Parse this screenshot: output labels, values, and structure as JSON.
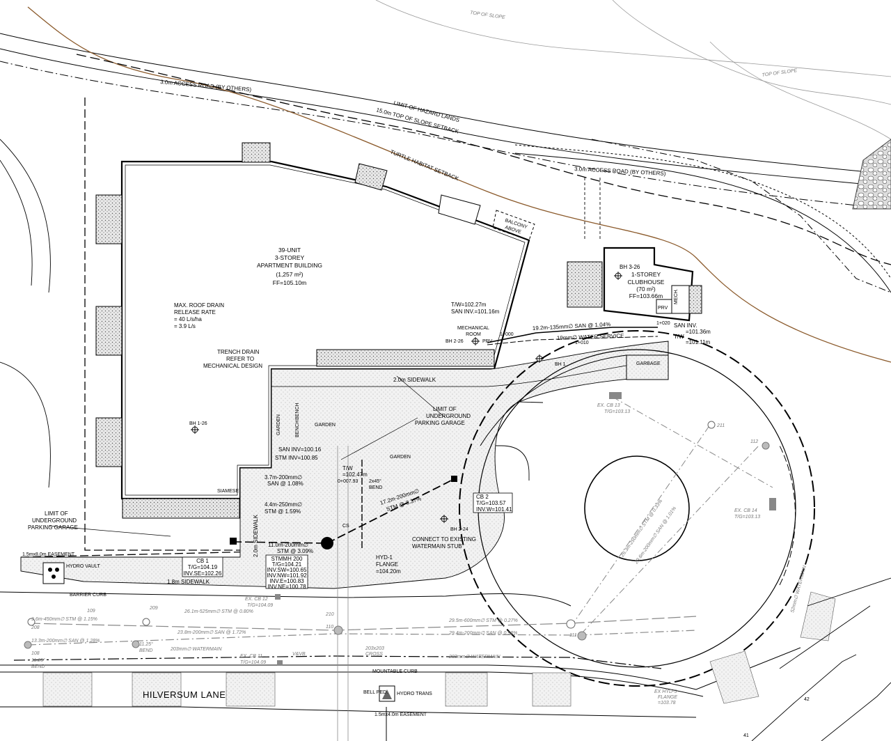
{
  "site": {
    "access_road_top": "3.0m ACCESS ROAD (BY OTHERS)",
    "access_road_right": "3.0m ACCESS ROAD (BY OTHERS)",
    "hazard_limit": "LIMIT OF HAZARD LANDS",
    "slope_setback": "15.0m TOP OF SLOPE SETBACK",
    "turtle_setback": "TURTLE HABITAT SETBACK",
    "top_of_slope_1": "TOP OF SLOPE",
    "top_of_slope_2": "TOP OF SLOPE",
    "street_name": "HILVERSUM LANE"
  },
  "apartment": {
    "line1": "39-UNIT",
    "line2": "3-STOREY",
    "line3": "APARTMENT BUILDING",
    "area": "(1,257 m²)",
    "ff": "FF=105.10m",
    "roof_drain_1": "MAX. ROOF DRAIN",
    "roof_drain_2": "RELEASE RATE",
    "roof_drain_3": "= 40 L/s/ha",
    "roof_drain_4": "= 3.9 L/s",
    "balcony_1": "BALCONY",
    "balcony_2": "ABOVE",
    "mech_room_1": "MECHANICAL",
    "mech_room_2": "ROOM",
    "prv": "PRV",
    "siamese": "SIAMESE",
    "tw": "T/W=102.27m",
    "san_inv": "SAN INV.=101.16m"
  },
  "clubhouse": {
    "bh": "BH 3-26",
    "line1": "1-STOREY",
    "line2": "CLUBHOUSE",
    "area": "(70 m²)",
    "ff": "FF=103.66m",
    "prv": "PRV",
    "mech": "MECH.",
    "san_inv": "SAN INV.",
    "san_inv_val": "=101.36m",
    "tw": "T/W",
    "tw_val": "=101.11m"
  },
  "utilities": {
    "san_pipe": "19.2m-135mm∅ SAN @ 1.04%",
    "water_service": "19mm∅ WATER SERVICE",
    "sta_1000": "1+000",
    "sta_1010": "1+010",
    "sta_1020": "1+020",
    "sidewalk_20": "2.0m SIDEWALK",
    "sidewalk_20v": "2.0m SIDEWALK",
    "sidewalk_18": "1.8m SIDEWALK",
    "garbage": "GARBAGE",
    "garden_1": "GARDEN",
    "garden_2": "GARDEN",
    "garden_3": "GARDEN",
    "bench_1": "BENCH",
    "bench_2": "BENCH",
    "bh_126": "BH 1-26",
    "bh_226": "BH 2-26",
    "bh_224": "BH 2-24",
    "bh_1": "BH 1",
    "trench_1": "TRENCH DRAIN",
    "trench_2": "REFER TO",
    "trench_3": "MECHANICAL DESIGN",
    "limit_ug_1": "LIMIT OF",
    "limit_ug_2": "UNDERGROUND",
    "limit_ug_3": "PARKING GARAGE",
    "limit_ug_left_1": "LIMIT OF",
    "limit_ug_left_2": "UNDERGROUND",
    "limit_ug_left_3": "PARKING GARAGE",
    "san_inv_a": "SAN INV=100.16",
    "stm_inv_a": "STM INV=100.85",
    "tw_a": "T/W",
    "tw_a_val": "=102.47m",
    "sta_0007": "0+007.93",
    "bend": "2x45°",
    "bend_2": "BEND",
    "pipe_37": "3.7m-200mm∅",
    "pipe_37b": "SAN @ 1.08%",
    "pipe_44": "4.4m-250mm∅",
    "pipe_44b": "STM @ 1.59%",
    "pipe_172": "17.2m-200mm∅",
    "pipe_172b": "STM @ 3.37%",
    "pipe_110": "11.0m-200mm∅",
    "pipe_110b": "STM @ 3.09%",
    "cb1_title": "CB 1",
    "cb1_tg": "T/G=104.19",
    "cb1_inv": "INV.SE=102.26",
    "cb2_title": "CB 2",
    "cb2_tg": "T/G=103.57",
    "cb2_inv": "INV.W=101.41",
    "mh_title": "STMMH 200",
    "mh_tg": "T/G=104.21",
    "mh_sw": "INV.SW=100.65",
    "mh_nw": "INV.NW=101.92",
    "mh_e": "INV.E=100.83",
    "mh_ne": "INV.NE=100.78",
    "cs": "CS",
    "hyd": "HYD-1",
    "flange": "FLANGE",
    "flange_val": "=104.20m",
    "connect_1": "CONNECT TO EXISTING",
    "connect_2": "WATERMAIN STUB",
    "hydro_vault": "HYDRO VAULT",
    "easement_1": "1.5mx8.0m EASEMENT",
    "easement_2": "1.5mx4.0m EASEMENT",
    "bell_ped": "BELL PED.",
    "hydro_trans": "HYDRO TRANS",
    "barrier_curb": "BARRIER CURB",
    "mountable_curb": "MOUNTABLE CURB"
  },
  "existing": {
    "cb13": "EX. CB 13",
    "cb13_tg": "T/G=103.13",
    "cb14": "EX. CB 14",
    "cb14_tg": "T/G=103.13",
    "cb12": "EX. CB 12",
    "cb12_tg": "T/G=104.09",
    "cb11": "EX. CB 11",
    "cb11_tg": "T/G=104.09",
    "hyd5": "EX HYD-5",
    "hyd5_fl": "FLANGE",
    "hyd5_val": "=103.78",
    "stm_96": "9.6m-450mm∅ STM @ 1.15%",
    "san_133": "13.3m-200mm∅ SAN @ 1.28%",
    "stm_261": "26.1m-525mm∅ STM @ 0.80%",
    "san_238": "23.8m-200mm∅ SAN @ 1.72%",
    "stm_295": "29.5m-600mm∅ STM @ 0.27%",
    "san_294": "29.4m-200mm∅ SAN @ 0.98%",
    "wm_203a": "203mm∅ WATERMAIN",
    "wm_203b": "203mm∅ WATERMAIN",
    "cross": "203x203",
    "cross_2": "CROSS",
    "bend_1125a": "11.25°",
    "bend_1125b": "BEND",
    "bend_1125c": "11.25°",
    "bend_1125d": "BEND",
    "vv": "V&VB",
    "stm_cul1": "26.3m-250mm∅ STM @ 0.33%",
    "san_cul1": "29.6m-200mm∅ SAN @ 1.01%",
    "wm_cul": "52mm∅ WATERMAIN",
    "mh_109": "109",
    "mh_108": "108",
    "mh_209": "209",
    "mh_208": "208",
    "mh_210": "210",
    "mh_110": "110",
    "mh_111": "111",
    "mh_112": "112",
    "mh_211": "211",
    "lot_41": "41",
    "lot_42": "42"
  }
}
